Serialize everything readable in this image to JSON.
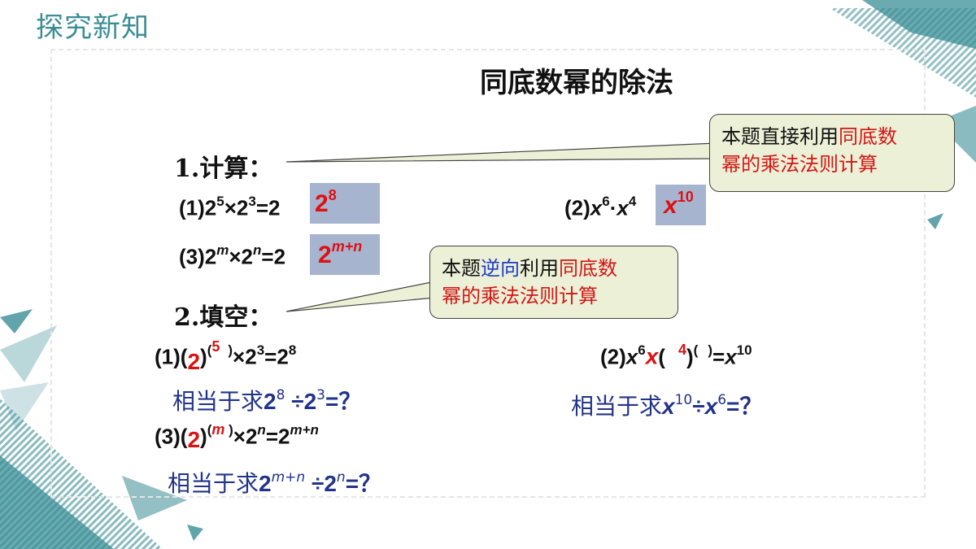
{
  "header": {
    "title": "探究新知"
  },
  "slide": {
    "title": "同底数幂的除法",
    "sections": {
      "calc_label": "1.计算：",
      "fill_label": "2.填空："
    },
    "calc": {
      "q1": {
        "prefix": "(1)2",
        "e1": "5",
        "mid": "×2",
        "e2": "3",
        "eq": "=",
        "hidden": "2"
      },
      "q1_answer": {
        "base": "2",
        "exp": "8"
      },
      "q2": {
        "prefix": "(2)",
        "var": "x",
        "e1": "6",
        "dot": "·",
        "var2": "x",
        "e2": "4"
      },
      "q2_answer": {
        "base": "x",
        "exp": "10"
      },
      "q3": {
        "prefix": "(3)2",
        "e1": "m",
        "mid": "×2",
        "e2": "n",
        "eq": "=",
        "hidden": "2"
      },
      "q3_answer": {
        "base": "2",
        "exp": "m+n"
      }
    },
    "fill": {
      "q1": {
        "prefix": "(1)(",
        "base_ans": "2",
        "close": ")",
        "exp_open": "(",
        "exp_ans": "5",
        "exp_close": ")",
        "rest": "×2",
        "e3": "3",
        "eq": "=2",
        "e4": "8"
      },
      "q1_hint": {
        "text": "相当于求",
        "b1": "2",
        "e1": "8",
        "div": " ÷2",
        "e2": "3",
        "tail": "=？"
      },
      "q2": {
        "prefix": "(2)",
        "var": "x",
        "e1": "6",
        "ans_var": "x",
        "open": "(",
        "exp_ans": "4",
        "close": ")",
        "exp_open": "(",
        "exp_close": ")",
        "eq": "=",
        "var2": "x",
        "e2": "10"
      },
      "q2_hint": {
        "text": "相当于求",
        "v1": "x",
        "e1": "10",
        "div": "÷",
        "v2": "x",
        "e2": "6",
        "tail": "=？"
      },
      "q3": {
        "prefix": "(3)(",
        "base_ans": "2",
        "close": ")",
        "exp_open": "(",
        "exp_ans": "m",
        "exp_close": " )",
        "rest": "×2",
        "e3": "n",
        "eq": "=2",
        "e4": "m+n"
      },
      "q3_hint": {
        "text": "相当于求",
        "b1": "2",
        "e1": "m+n",
        "div": " ÷2",
        "e2": "n",
        "tail": "=？"
      }
    },
    "callouts": [
      {
        "parts": [
          {
            "t": "本题直接利用",
            "c": "black"
          },
          {
            "t": "同底数",
            "c": "red"
          }
        ],
        "line2": [
          {
            "t": "幂的乘法法则计算",
            "c": "red"
          }
        ]
      },
      {
        "parts": [
          {
            "t": "本题",
            "c": "black"
          },
          {
            "t": "逆向",
            "c": "blue"
          },
          {
            "t": "利用",
            "c": "black"
          },
          {
            "t": "同底数",
            "c": "red"
          }
        ],
        "line2": [
          {
            "t": "幂的乘法法则计算",
            "c": "red"
          }
        ]
      }
    ],
    "colors": {
      "accent": "#3a8d96",
      "answer": "#dd1111",
      "hint": "#22338a",
      "answer_box": "#a7b4cf",
      "callout_bg": "#ebf0d6"
    }
  }
}
